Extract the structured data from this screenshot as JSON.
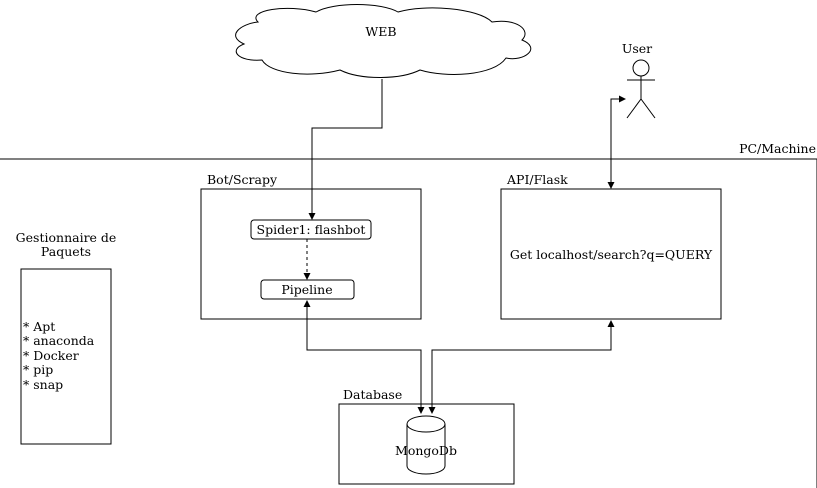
{
  "web": {
    "label": "WEB"
  },
  "user": {
    "label": "User"
  },
  "machine": {
    "label": "PC/Machine"
  },
  "bot": {
    "label": "Bot/Scrapy",
    "spider": "Spider1: flashbot",
    "pipeline": "Pipeline"
  },
  "api": {
    "label": "API/Flask",
    "endpoint": "Get localhost/search?q=QUERY"
  },
  "database": {
    "label": "Database",
    "engine": "MongoDb"
  },
  "packages": {
    "title_line1": "Gestionnaire de",
    "title_line2": "Paquets",
    "items": [
      "* Apt",
      "* anaconda",
      "* Docker",
      "* pip",
      "* snap"
    ]
  }
}
